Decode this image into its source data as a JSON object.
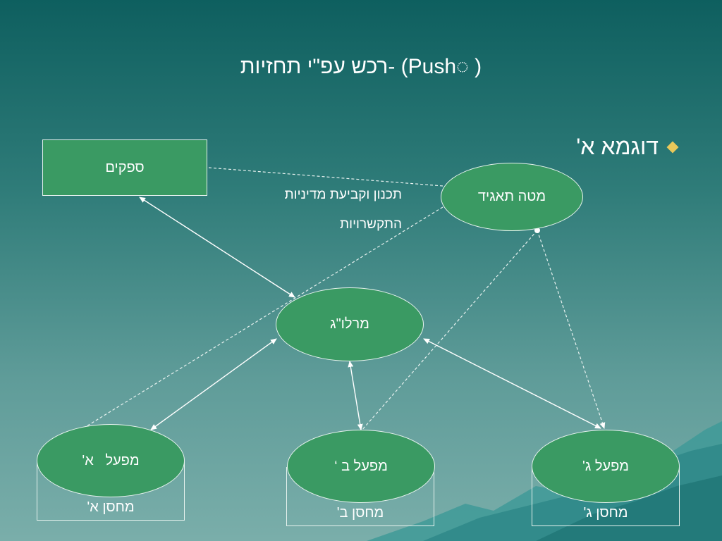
{
  "slide": {
    "title": "רכש עפ\"י תחזיות- (Push◌ )",
    "bullet": "דוגמא א'"
  },
  "nodes": {
    "suppliers": "ספקים",
    "hq": "מטה תאגיד",
    "center": "מרלו\"ג",
    "factory_a": "מפעל   א'",
    "factory_b": "מפעל ב ‘",
    "factory_c": "מפעל ג'"
  },
  "warehouses": {
    "a": "מחסן א'",
    "b": "מחסן ב'",
    "c": "מחסן ג'"
  },
  "annotation": {
    "line1": "תכנון וקביעת מדיניות",
    "line2": "התקשרויות"
  },
  "colors": {
    "node_fill": "#3a9a63",
    "bullet": "#e9c85a",
    "background_top": "#0e5f5f",
    "background_bottom": "#7aaeaa"
  }
}
